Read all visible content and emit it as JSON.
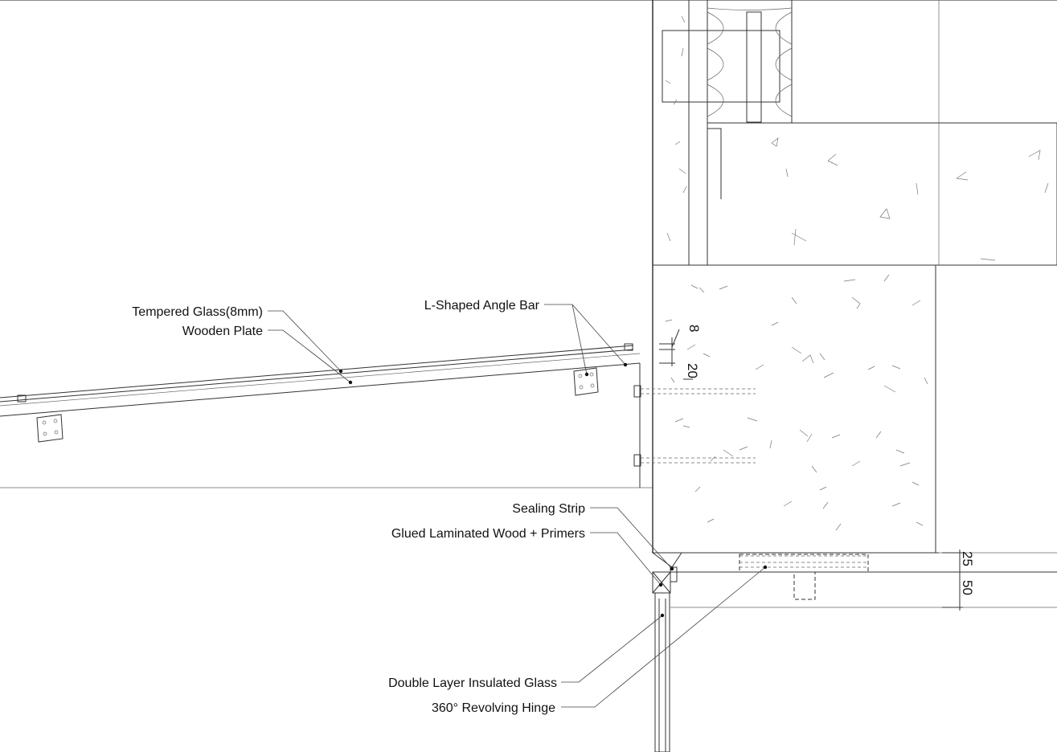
{
  "labels": {
    "tempered_glass": "Tempered Glass(8mm)",
    "wooden_plate": "Wooden Plate",
    "angle_bar": "L-Shaped Angle Bar",
    "sealing_strip": "Sealing Strip",
    "glued_wood": "Glued Laminated Wood + Primers",
    "insulated_glass": "Double Layer Insulated Glass",
    "hinge": "360° Revolving Hinge"
  },
  "dimensions": {
    "gap": "8",
    "height": "20",
    "depth_small": "25",
    "depth_large": "50"
  }
}
